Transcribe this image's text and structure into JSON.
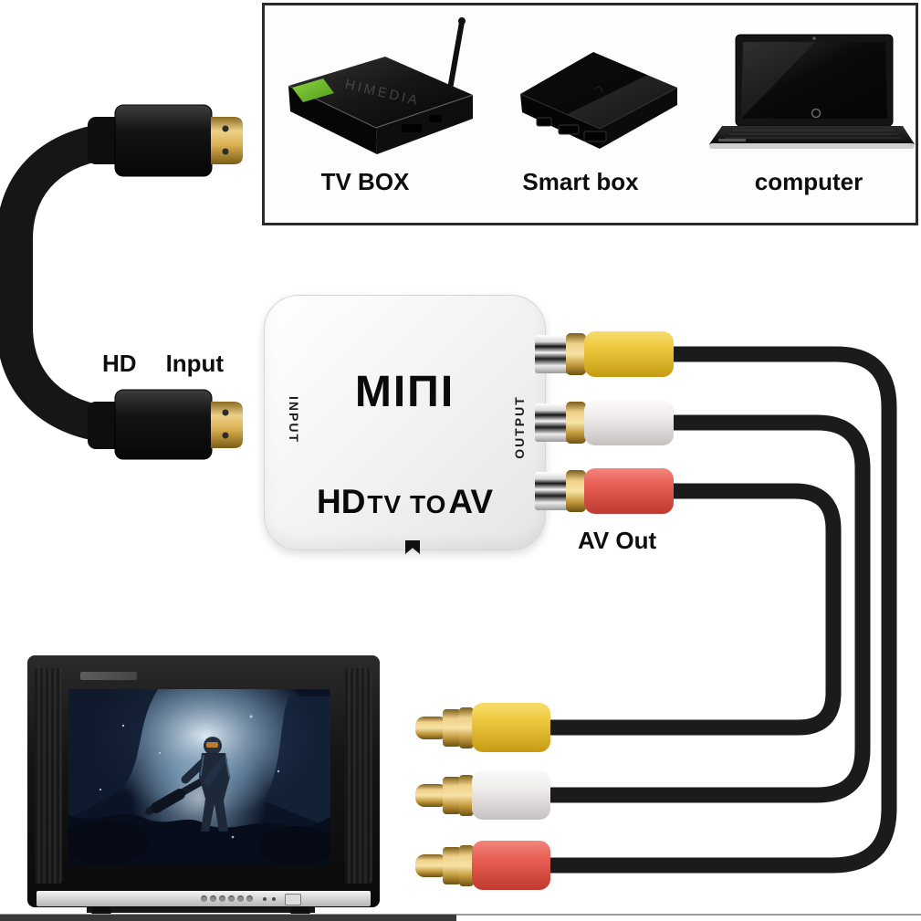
{
  "top_panel": {
    "border_color": "#2b2b2b",
    "devices": [
      {
        "id": "tv-box",
        "label": "TV BOX",
        "brand": "HIMEDIA"
      },
      {
        "id": "smart-box",
        "label": "Smart box"
      },
      {
        "id": "computer",
        "label": "computer"
      }
    ]
  },
  "hdmi": {
    "label_hd": "HD",
    "label_input": "Input"
  },
  "converter": {
    "logo_display": "MIΠI",
    "logo_text": "MINI",
    "side_left": "INPUT",
    "side_right": "OUTPUT",
    "model": {
      "hd": "HD",
      "mid": "TV TO",
      "av": "AV"
    }
  },
  "av_out": {
    "label": "AV Out",
    "connector_colors": {
      "video": "#eec93f",
      "audio_white": "#efecec",
      "audio_red": "#e96056"
    },
    "cable_color": "#1b1b1b",
    "gold_color": "#e8c877"
  }
}
